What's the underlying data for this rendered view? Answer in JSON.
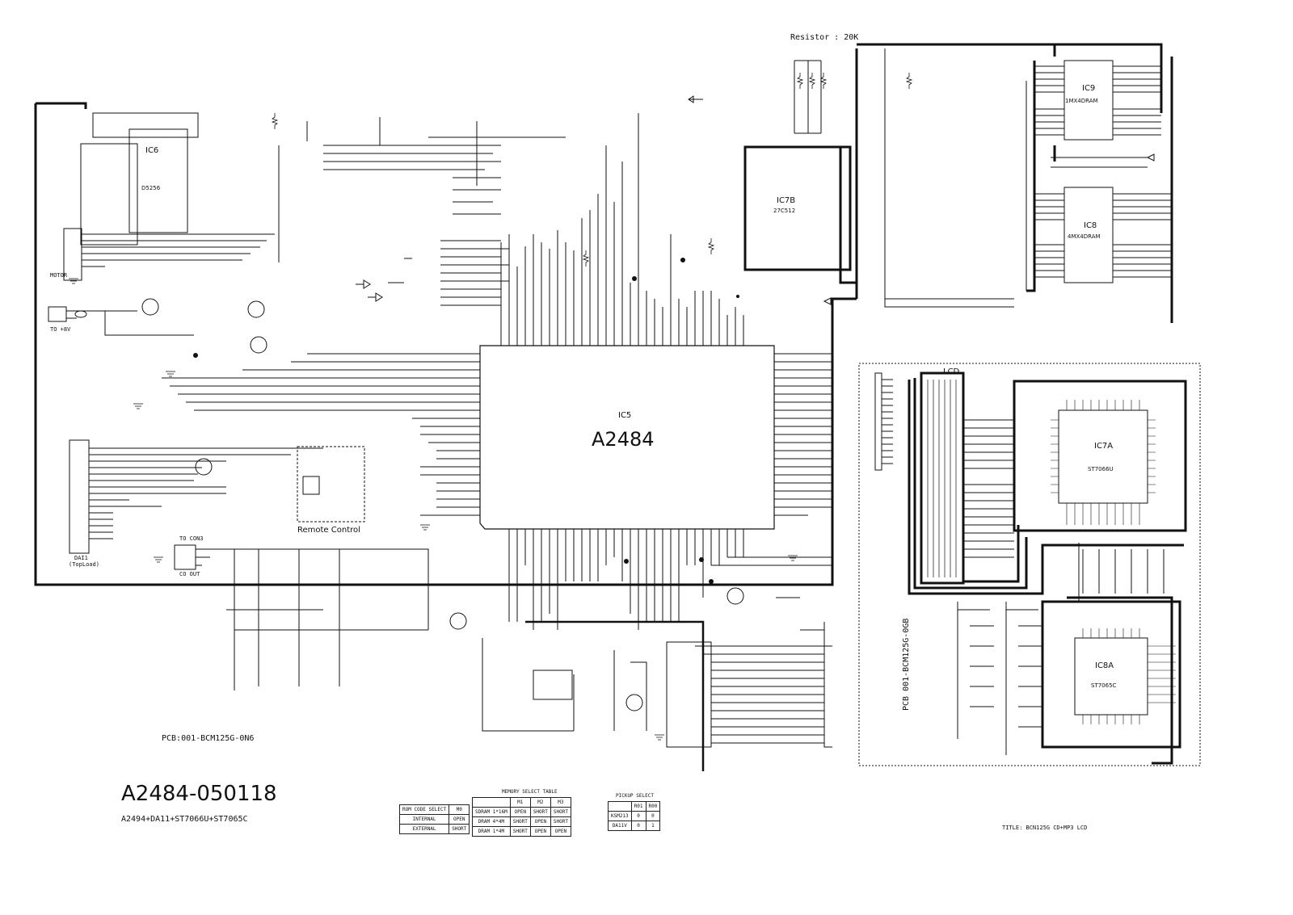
{
  "header": {
    "resistor_note": "Resistor : 20K"
  },
  "chips": {
    "ic5_ref": "IC5",
    "ic5_part": "A2484",
    "ic6_ref": "IC6",
    "ic6_part": "D5256",
    "ic7b_ref": "IC7B",
    "ic7b_part": "27C512",
    "ic9_ref": "IC9",
    "ic9_part": "1MX4DRAM",
    "ic8_ref": "IC8",
    "ic8_part": "4MX4DRAM",
    "ic7a_ref": "IC7A",
    "ic7a_part": "ST7066U",
    "ic8a_ref": "IC8A",
    "ic8a_part": "ST7065C"
  },
  "labels": {
    "motor": "MOTOR",
    "to_plus8v": "TO +8V",
    "remote_control": "Remote Control",
    "to_con3": "TO CON3",
    "co_out": "CO OUT",
    "dai1": "DAI1",
    "topload": "(TopLoad)",
    "lcd": "LCD",
    "pcb_vertical": "PCB 001-BCM125G-0GB",
    "pcb_left": "PCB:001-BCM125G-0N6"
  },
  "title_block": {
    "part_number": "A2484-050118",
    "subtitle": "A2494+DA11+ST7066U+ST7065C",
    "title": "TITLE:  BCN125G CD+MP3  LCD"
  },
  "rom_table": {
    "header": [
      "ROM CODE SELECT",
      "M0"
    ],
    "rows": [
      [
        "INTERNAL",
        "OPEN"
      ],
      [
        "EXTERNAL",
        "SHORT"
      ]
    ]
  },
  "memory_table": {
    "caption": "MEMORY SELECT TABLE",
    "header": [
      "",
      "M1",
      "M2",
      "M3"
    ],
    "rows": [
      [
        "SDRAM 1*16M",
        "OPEN",
        "SHORT",
        "SHORT"
      ],
      [
        "DRAM 4*4M",
        "SHORT",
        "OPEN",
        "SHORT"
      ],
      [
        "DRAM 1*4M",
        "SHORT",
        "OPEN",
        "OPEN"
      ]
    ]
  },
  "pickup_table": {
    "caption": "PICKUP SELECT",
    "header": [
      "",
      "R01",
      "R00"
    ],
    "rows": [
      [
        "KSM213",
        "0",
        "0"
      ],
      [
        "DA11V",
        "0",
        "1"
      ]
    ]
  }
}
